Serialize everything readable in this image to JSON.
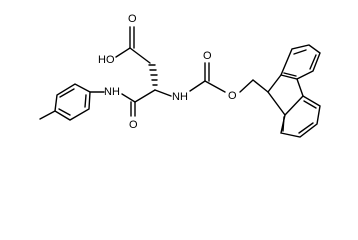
{
  "diagram": {
    "type": "chemical-structure",
    "atom_labels": {
      "carboxyl_ho": "HO",
      "carboxyl_o": "O",
      "amide_nh": "NH",
      "amide_o": "O",
      "carbamate_nh": "NH",
      "carbamate_o": "O",
      "ester_o": "O"
    },
    "colors": {
      "bond": "#000000",
      "background": "#ffffff"
    }
  }
}
